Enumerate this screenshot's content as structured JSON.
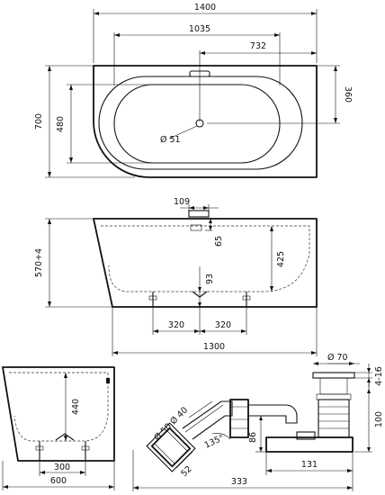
{
  "plan": {
    "width": "1400",
    "inner_width": "1035",
    "drain_offset": "732",
    "depth": "700",
    "inner_depth": "480",
    "half_depth": "360",
    "drain_diameter": "Ø 51"
  },
  "front": {
    "overflow_offset": "109",
    "overflow_height": "65",
    "height": "570+4",
    "inner_height": "425",
    "drain_height": "93",
    "foot_spacing_left": "320",
    "foot_spacing_right": "320",
    "base_length": "1300"
  },
  "side": {
    "inner_height": "440",
    "foot_spacing": "300",
    "width": "600"
  },
  "waste": {
    "plug_diameter": "Ø 70",
    "pipe_diameter_40": "Ø 40",
    "pipe_diameter_50": "Ø 50",
    "angle": "135°",
    "outlet_size": "52",
    "trap_height": "86",
    "spigot_length": "131",
    "total_length": "333",
    "plug_range": "4-16",
    "height": "100"
  }
}
